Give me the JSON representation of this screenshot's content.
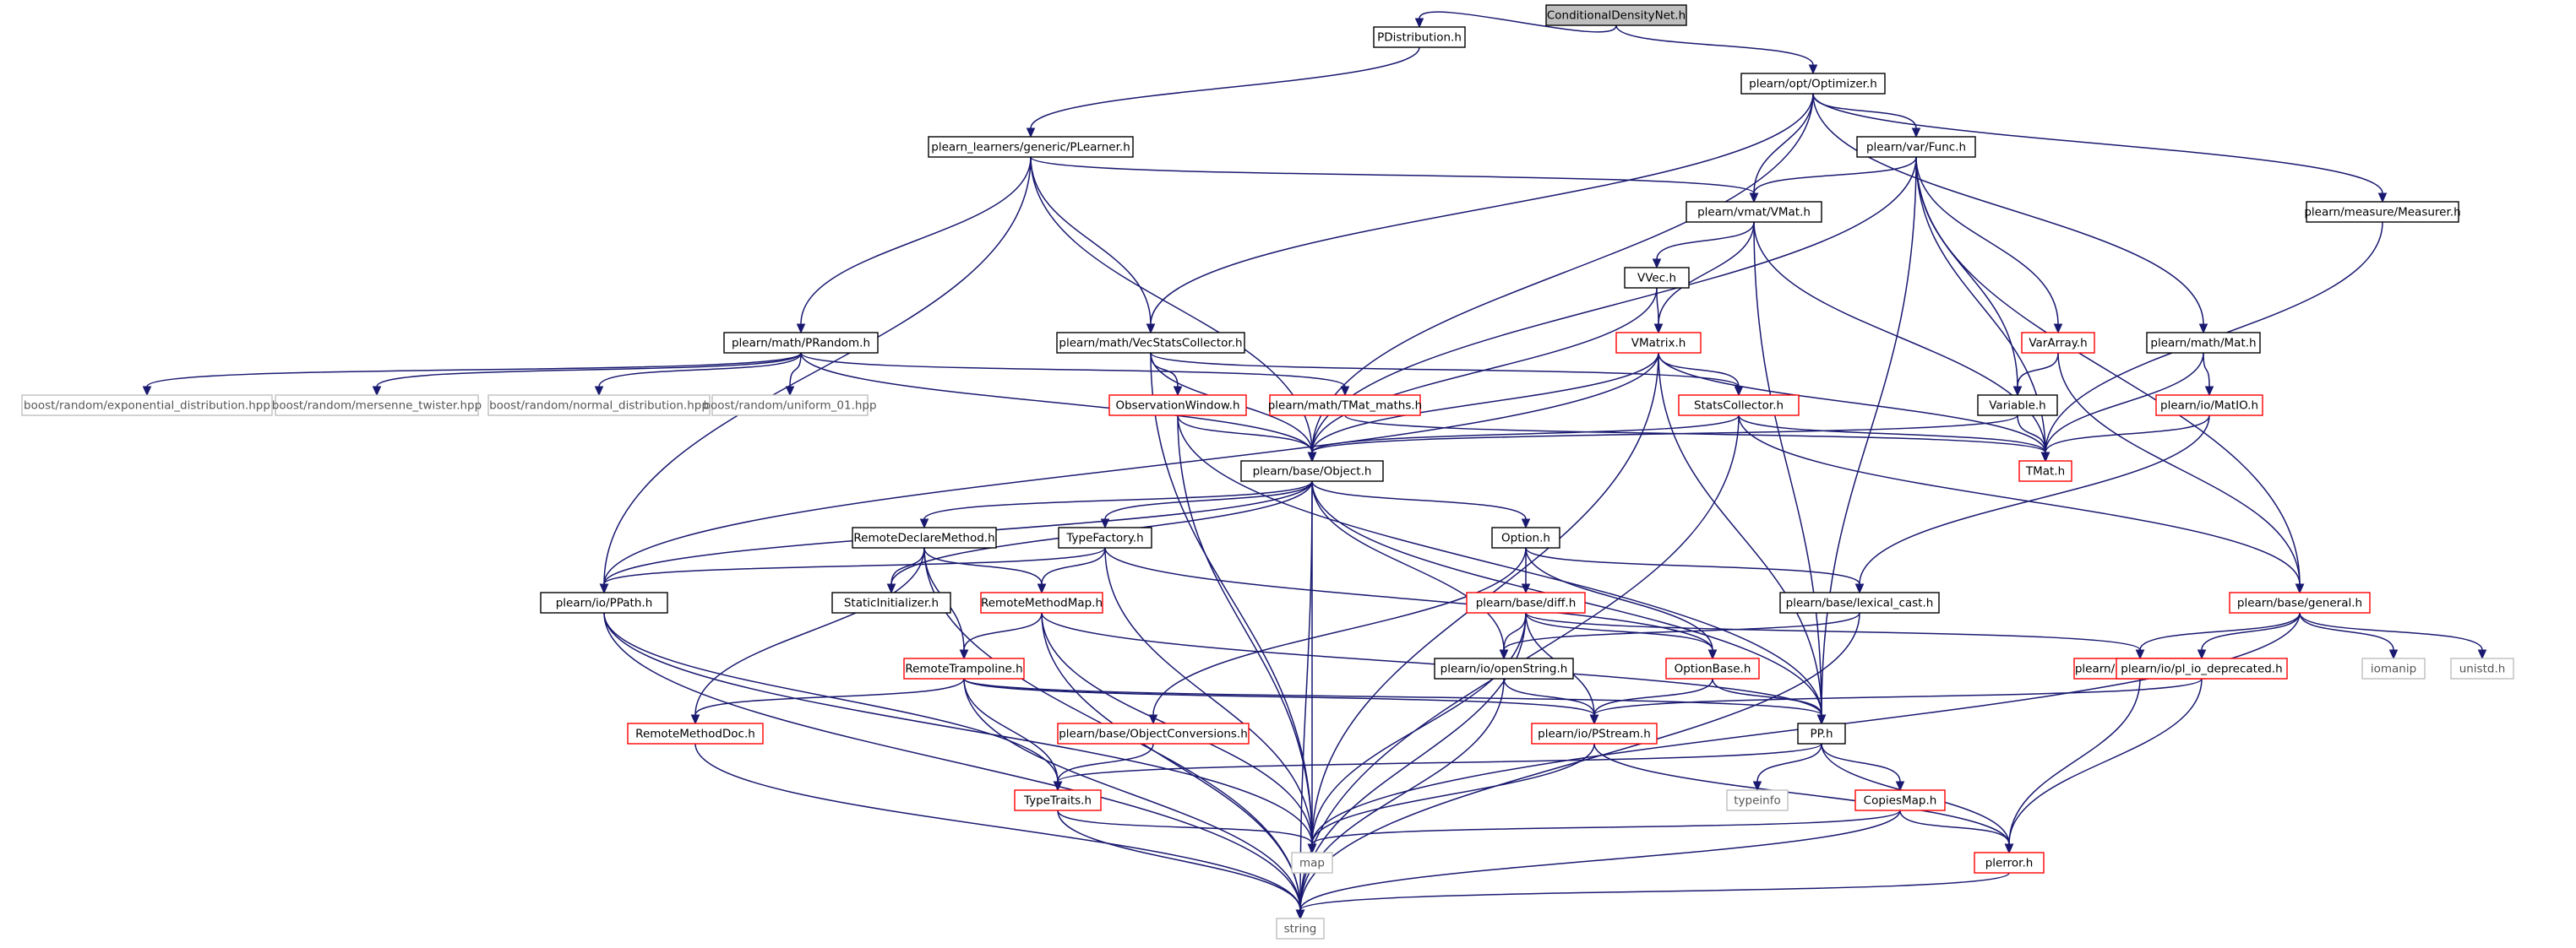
{
  "graph": {
    "nodes": [
      {
        "id": "root",
        "label": "ConditionalDensityNet.h",
        "style": "root"
      },
      {
        "id": "pdist",
        "label": "PDistribution.h",
        "style": "normal"
      },
      {
        "id": "optimizer",
        "label": "plearn/opt/Optimizer.h",
        "style": "normal"
      },
      {
        "id": "plearner",
        "label": "plearn_learners/generic/PLearner.h",
        "style": "normal"
      },
      {
        "id": "func",
        "label": "plearn/var/Func.h",
        "style": "normal"
      },
      {
        "id": "vmat",
        "label": "plearn/vmat/VMat.h",
        "style": "normal"
      },
      {
        "id": "measurer",
        "label": "plearn/measure/Measurer.h",
        "style": "normal"
      },
      {
        "id": "vvec",
        "label": "VVec.h",
        "style": "normal"
      },
      {
        "id": "prandom",
        "label": "plearn/math/PRandom.h",
        "style": "normal"
      },
      {
        "id": "vecstats",
        "label": "plearn/math/VecStatsCollector.h",
        "style": "normal"
      },
      {
        "id": "vmatrix",
        "label": "VMatrix.h",
        "style": "truncated"
      },
      {
        "id": "vararray",
        "label": "VarArray.h",
        "style": "truncated"
      },
      {
        "id": "mat",
        "label": "plearn/math/Mat.h",
        "style": "normal"
      },
      {
        "id": "b_exp",
        "label": "boost/random/exponential_distribution.hpp",
        "style": "external"
      },
      {
        "id": "b_mt",
        "label": "boost/random/mersenne_twister.hpp",
        "style": "external"
      },
      {
        "id": "b_norm",
        "label": "boost/random/normal_distribution.hpp",
        "style": "external"
      },
      {
        "id": "b_uni",
        "label": "boost/random/uniform_01.hpp",
        "style": "external"
      },
      {
        "id": "obswin",
        "label": "ObservationWindow.h",
        "style": "truncated"
      },
      {
        "id": "tmatmaths",
        "label": "plearn/math/TMat_maths.h",
        "style": "truncated"
      },
      {
        "id": "statscoll",
        "label": "StatsCollector.h",
        "style": "truncated"
      },
      {
        "id": "variable",
        "label": "Variable.h",
        "style": "normal"
      },
      {
        "id": "matio",
        "label": "plearn/io/MatIO.h",
        "style": "truncated"
      },
      {
        "id": "object",
        "label": "plearn/base/Object.h",
        "style": "normal"
      },
      {
        "id": "tmat",
        "label": "TMat.h",
        "style": "truncated"
      },
      {
        "id": "rdm",
        "label": "RemoteDeclareMethod.h",
        "style": "normal"
      },
      {
        "id": "typefactory",
        "label": "TypeFactory.h",
        "style": "normal"
      },
      {
        "id": "option",
        "label": "Option.h",
        "style": "normal"
      },
      {
        "id": "ppath",
        "label": "plearn/io/PPath.h",
        "style": "normal"
      },
      {
        "id": "staticinit",
        "label": "StaticInitializer.h",
        "style": "normal"
      },
      {
        "id": "rmm",
        "label": "RemoteMethodMap.h",
        "style": "truncated"
      },
      {
        "id": "diff",
        "label": "plearn/base/diff.h",
        "style": "truncated"
      },
      {
        "id": "lexcast",
        "label": "plearn/base/lexical_cast.h",
        "style": "normal"
      },
      {
        "id": "general",
        "label": "plearn/base/general.h",
        "style": "truncated"
      },
      {
        "id": "rtramp",
        "label": "RemoteTrampoline.h",
        "style": "truncated"
      },
      {
        "id": "openstring",
        "label": "plearn/io/openString.h",
        "style": "normal"
      },
      {
        "id": "optionbase",
        "label": "OptionBase.h",
        "style": "truncated"
      },
      {
        "id": "plmath",
        "label": "plearn/math/pl_math.h",
        "style": "truncated"
      },
      {
        "id": "pliodep",
        "label": "plearn/io/pl_io_deprecated.h",
        "style": "truncated"
      },
      {
        "id": "iomanip",
        "label": "iomanip",
        "style": "external"
      },
      {
        "id": "unistd",
        "label": "unistd.h",
        "style": "external"
      },
      {
        "id": "rmdoc",
        "label": "RemoteMethodDoc.h",
        "style": "truncated"
      },
      {
        "id": "objconv",
        "label": "plearn/base/ObjectConversions.h",
        "style": "truncated"
      },
      {
        "id": "pstream",
        "label": "plearn/io/PStream.h",
        "style": "truncated"
      },
      {
        "id": "pp",
        "label": "PP.h",
        "style": "normal"
      },
      {
        "id": "typetraits",
        "label": "TypeTraits.h",
        "style": "truncated"
      },
      {
        "id": "typeinfo",
        "label": "typeinfo",
        "style": "external"
      },
      {
        "id": "copiesmap",
        "label": "CopiesMap.h",
        "style": "truncated"
      },
      {
        "id": "map",
        "label": "map",
        "style": "external"
      },
      {
        "id": "plerror",
        "label": "plerror.h",
        "style": "truncated"
      },
      {
        "id": "string",
        "label": "string",
        "style": "external"
      }
    ],
    "edges": [
      [
        "root",
        "pdist"
      ],
      [
        "root",
        "optimizer"
      ],
      [
        "pdist",
        "plearner"
      ],
      [
        "optimizer",
        "func"
      ],
      [
        "optimizer",
        "vmat"
      ],
      [
        "optimizer",
        "measurer"
      ],
      [
        "optimizer",
        "mat"
      ],
      [
        "optimizer",
        "vecstats"
      ],
      [
        "optimizer",
        "object"
      ],
      [
        "plearner",
        "vmat"
      ],
      [
        "plearner",
        "prandom"
      ],
      [
        "plearner",
        "vecstats"
      ],
      [
        "plearner",
        "object"
      ],
      [
        "plearner",
        "ppath"
      ],
      [
        "func",
        "vmat"
      ],
      [
        "func",
        "vararray"
      ],
      [
        "func",
        "variable"
      ],
      [
        "func",
        "tmat"
      ],
      [
        "func",
        "general"
      ],
      [
        "func",
        "pp"
      ],
      [
        "func",
        "object"
      ],
      [
        "vmat",
        "vvec"
      ],
      [
        "vmat",
        "vmatrix"
      ],
      [
        "vmat",
        "tmat"
      ],
      [
        "vmat",
        "pp"
      ],
      [
        "measurer",
        "tmat"
      ],
      [
        "vvec",
        "vmatrix"
      ],
      [
        "vvec",
        "object"
      ],
      [
        "prandom",
        "b_exp"
      ],
      [
        "prandom",
        "b_mt"
      ],
      [
        "prandom",
        "b_norm"
      ],
      [
        "prandom",
        "b_uni"
      ],
      [
        "prandom",
        "tmatmaths"
      ],
      [
        "prandom",
        "object"
      ],
      [
        "vecstats",
        "obswin"
      ],
      [
        "vecstats",
        "statscoll"
      ],
      [
        "vecstats",
        "object"
      ],
      [
        "vecstats",
        "map"
      ],
      [
        "vmatrix",
        "statscoll"
      ],
      [
        "vmatrix",
        "object"
      ],
      [
        "vmatrix",
        "tmat"
      ],
      [
        "vmatrix",
        "pp"
      ],
      [
        "vmatrix",
        "map"
      ],
      [
        "vmatrix",
        "ppath"
      ],
      [
        "vararray",
        "variable"
      ],
      [
        "vararray",
        "general"
      ],
      [
        "mat",
        "matio"
      ],
      [
        "mat",
        "tmat"
      ],
      [
        "obswin",
        "object"
      ],
      [
        "obswin",
        "pp"
      ],
      [
        "obswin",
        "map"
      ],
      [
        "tmatmaths",
        "tmat"
      ],
      [
        "statscoll",
        "object"
      ],
      [
        "statscoll",
        "tmat"
      ],
      [
        "statscoll",
        "general"
      ],
      [
        "statscoll",
        "string"
      ],
      [
        "variable",
        "object"
      ],
      [
        "variable",
        "tmat"
      ],
      [
        "matio",
        "tmat"
      ],
      [
        "matio",
        "lexcast"
      ],
      [
        "object",
        "rdm"
      ],
      [
        "object",
        "typefactory"
      ],
      [
        "object",
        "option"
      ],
      [
        "object",
        "ppath"
      ],
      [
        "object",
        "staticinit"
      ],
      [
        "object",
        "openstring"
      ],
      [
        "object",
        "pp"
      ],
      [
        "object",
        "map"
      ],
      [
        "object",
        "string"
      ],
      [
        "rdm",
        "rmm"
      ],
      [
        "rdm",
        "rtramp"
      ],
      [
        "rdm",
        "rmdoc"
      ],
      [
        "rdm",
        "staticinit"
      ],
      [
        "rdm",
        "string"
      ],
      [
        "typefactory",
        "rmm"
      ],
      [
        "typefactory",
        "ppath"
      ],
      [
        "typefactory",
        "optionbase"
      ],
      [
        "typefactory",
        "map"
      ],
      [
        "option",
        "diff"
      ],
      [
        "option",
        "optionbase"
      ],
      [
        "option",
        "lexcast"
      ],
      [
        "option",
        "objconv"
      ],
      [
        "ppath",
        "typetraits"
      ],
      [
        "ppath",
        "map"
      ],
      [
        "ppath",
        "string"
      ],
      [
        "rmm",
        "rtramp"
      ],
      [
        "rmm",
        "pp"
      ],
      [
        "rmm",
        "map"
      ],
      [
        "rmm",
        "string"
      ],
      [
        "diff",
        "openstring"
      ],
      [
        "diff",
        "optionbase"
      ],
      [
        "diff",
        "plmath"
      ],
      [
        "diff",
        "pstream"
      ],
      [
        "diff",
        "map"
      ],
      [
        "diff",
        "string"
      ],
      [
        "lexcast",
        "openstring"
      ],
      [
        "lexcast",
        "string"
      ],
      [
        "general",
        "plmath"
      ],
      [
        "general",
        "pliodep"
      ],
      [
        "general",
        "iomanip"
      ],
      [
        "general",
        "unistd"
      ],
      [
        "general",
        "map"
      ],
      [
        "rtramp",
        "rmdoc"
      ],
      [
        "rtramp",
        "pstream"
      ],
      [
        "rtramp",
        "pp"
      ],
      [
        "rtramp",
        "typetraits"
      ],
      [
        "rtramp",
        "string"
      ],
      [
        "openstring",
        "pstream"
      ],
      [
        "openstring",
        "string"
      ],
      [
        "optionbase",
        "pstream"
      ],
      [
        "optionbase",
        "pp"
      ],
      [
        "plmath",
        "plerror"
      ],
      [
        "pliodep",
        "pstream"
      ],
      [
        "pliodep",
        "plerror"
      ],
      [
        "rmdoc",
        "string"
      ],
      [
        "objconv",
        "typetraits"
      ],
      [
        "pstream",
        "map"
      ],
      [
        "pstream",
        "plerror"
      ],
      [
        "pp",
        "typetraits"
      ],
      [
        "pp",
        "typeinfo"
      ],
      [
        "pp",
        "copiesmap"
      ],
      [
        "pp",
        "plerror"
      ],
      [
        "typetraits",
        "map"
      ],
      [
        "typetraits",
        "string"
      ],
      [
        "copiesmap",
        "map"
      ],
      [
        "copiesmap",
        "plerror"
      ],
      [
        "copiesmap",
        "string"
      ],
      [
        "plerror",
        "string"
      ]
    ]
  },
  "colors": {
    "background": "#ffffff",
    "edge": "#191970",
    "node_border": "#000000",
    "truncated_border": "#ff0000",
    "external_border": "#bfbfbf",
    "root_fill": "#bfbfbf",
    "text": "#000000",
    "external_text": "#555555"
  }
}
